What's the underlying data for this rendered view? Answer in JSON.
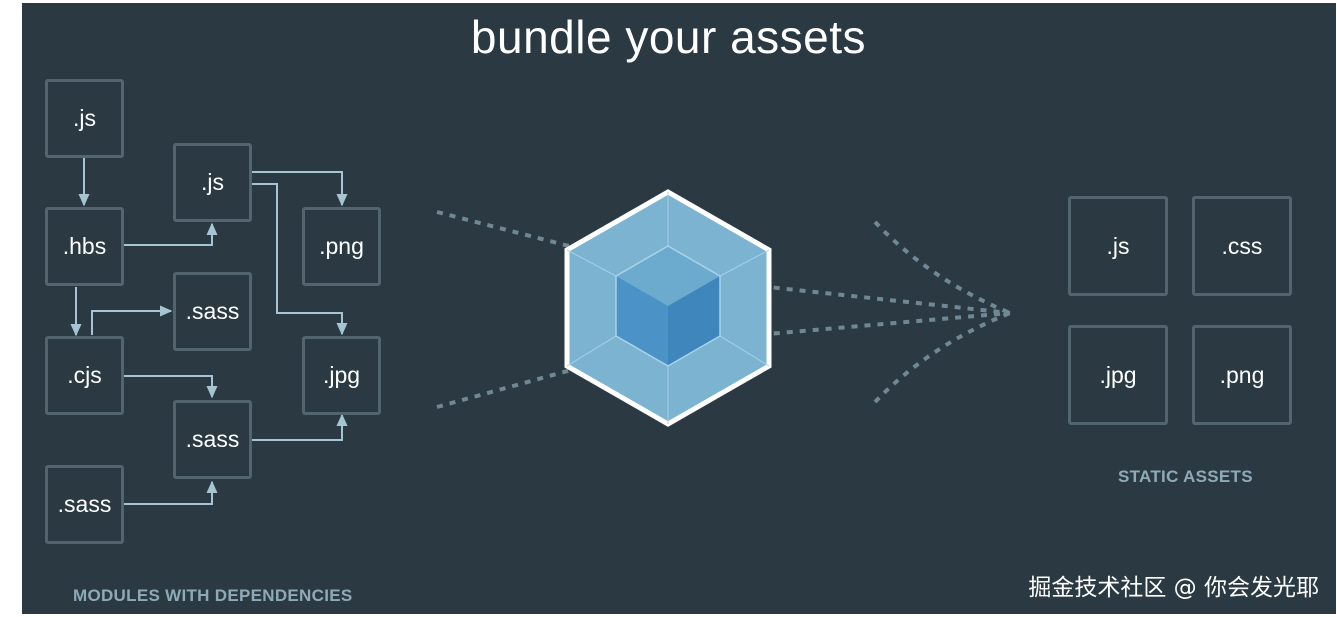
{
  "title": "bundle your assets",
  "modules": {
    "caption": "MODULES WITH DEPENDENCIES",
    "items": [
      ".js",
      ".hbs",
      ".cjs",
      ".sass",
      ".js",
      ".sass",
      ".sass",
      ".png",
      ".jpg"
    ]
  },
  "static_assets": {
    "caption": "STATIC ASSETS",
    "items": [
      ".js",
      ".css",
      ".jpg",
      ".png"
    ]
  },
  "watermark": "掘金技术社区 @ 你会发光耶",
  "colors": {
    "background": "#2b3a42",
    "box_border": "#52656e",
    "arrow": "#a6c4d2",
    "cube_outer": "#8ec5e0",
    "cube_inner": "#4f9bcf",
    "caption": "#8faab7"
  }
}
